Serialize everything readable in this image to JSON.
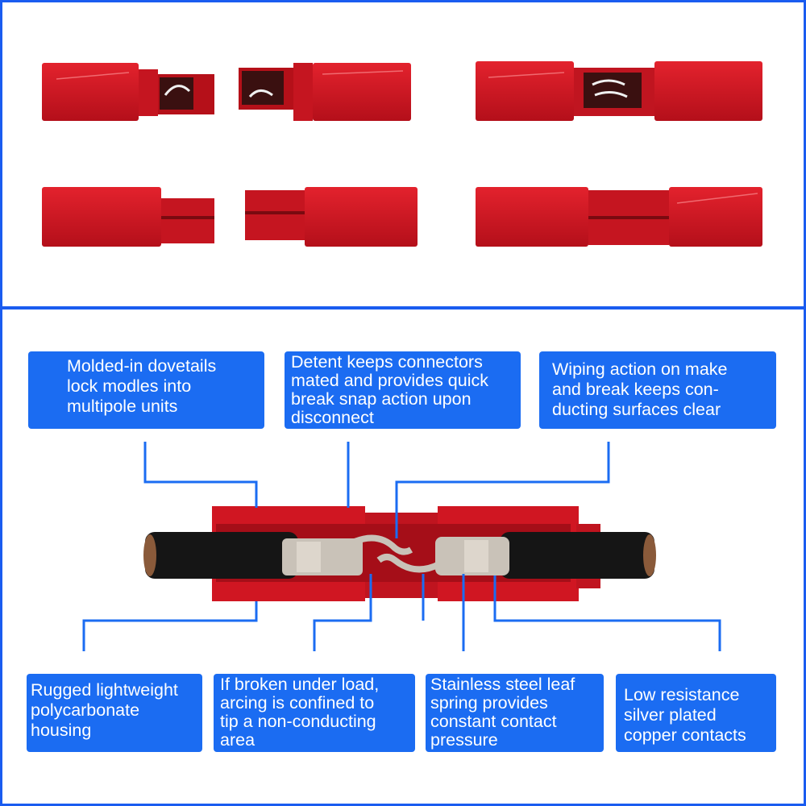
{
  "callouts": {
    "dovetails": "Molded-in dovetails\nlock modles into\nmultipole units",
    "detent": "Detent keeps connectors\nmated and provides quick\nbreak snap action upon\ndisconnect",
    "wiping": "Wiping action on make\nand break keeps con-\nducting surfaces clear",
    "housing": "Rugged lightweight\npolycarbonate\nhousing",
    "arcing": "If broken under load,\narcing is confined to\ntip a non-conducting\narea",
    "spring": "Stainless steel leaf\nspring provides\nconstant contact\npressure",
    "contacts": "Low resistance\nsilver plated\ncopper contacts"
  },
  "colors": {
    "frame": "#1a5cf0",
    "callout_bg": "#1b6cf2",
    "housing_red": "#d01622",
    "leader_line": "#1b6cf2",
    "cable": "#151515",
    "contact": "#c9c2b8"
  }
}
